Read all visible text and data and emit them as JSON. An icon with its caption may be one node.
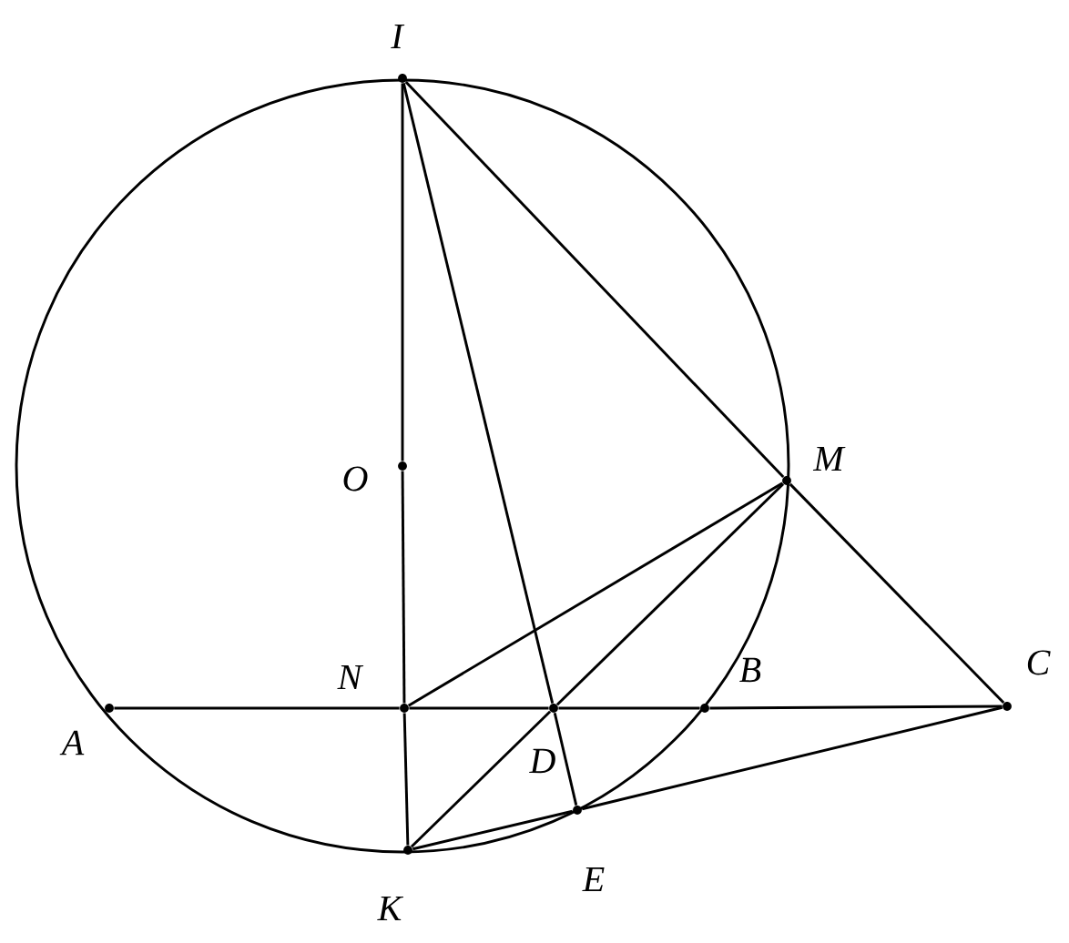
{
  "diagram": {
    "nodes": [
      {
        "text": [
          "I"
        ]
      },
      {
        "text": [
          "O"
        ]
      },
      {
        "text": [
          "M"
        ]
      },
      {
        "text": [
          "N"
        ]
      },
      {
        "text": [
          "B"
        ]
      },
      {
        "text": [
          "C"
        ]
      },
      {
        "text": [
          "A"
        ]
      },
      {
        "text": [
          "D"
        ]
      },
      {
        "text": [
          "K"
        ]
      },
      {
        "text": [
          "E"
        ]
      }
    ],
    "edges": [
      {
        "from": 0,
        "to": 1,
        "arrow": "none"
      },
      {
        "from": 1,
        "to": 3,
        "arrow": "none"
      },
      {
        "from": 3,
        "to": 8,
        "arrow": "none"
      },
      {
        "from": 0,
        "to": 7,
        "arrow": "none"
      },
      {
        "from": 7,
        "to": 9,
        "arrow": "none"
      },
      {
        "from": 0,
        "to": 2,
        "arrow": "none"
      },
      {
        "from": 2,
        "to": 5,
        "arrow": "none"
      },
      {
        "from": 6,
        "to": 3,
        "arrow": "none"
      },
      {
        "from": 3,
        "to": 7,
        "arrow": "none"
      },
      {
        "from": 7,
        "to": 4,
        "arrow": "none"
      },
      {
        "from": 4,
        "to": 5,
        "arrow": "none"
      },
      {
        "from": 3,
        "to": 2,
        "arrow": "none"
      },
      {
        "from": 8,
        "to": 7,
        "arrow": "none"
      },
      {
        "from": 7,
        "to": 2,
        "arrow": "none"
      },
      {
        "from": 8,
        "to": 9,
        "arrow": "none"
      },
      {
        "from": 9,
        "to": 5,
        "arrow": "none"
      }
    ]
  }
}
